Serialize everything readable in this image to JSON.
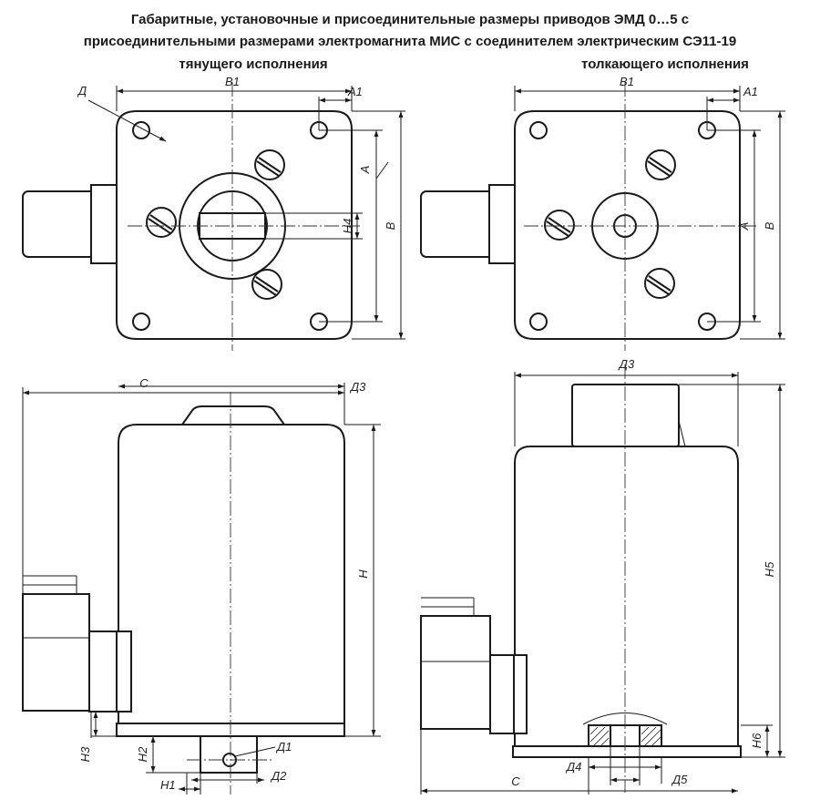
{
  "header": {
    "title_line_1": "Габаритные, установочные и присоединительные размеры приводов ЭМД 0…5 с",
    "title_line_2": "присоединительными размерами электромагнита МИС с соединителем электрическим СЭ11-19"
  },
  "views": {
    "pulling_label": "тянущего исполнения",
    "pushing_label": "толкающего исполнения"
  },
  "dimensions": {
    "B1": "В1",
    "A1": "А1",
    "D": "Д",
    "A": "А",
    "B": "В",
    "H4": "Н4",
    "C": "С",
    "D3": "Д3",
    "H": "Н",
    "H3": "Н3",
    "H2": "Н2",
    "H1": "Н1",
    "D1": "Д1",
    "D2": "Д2",
    "H5": "Н5",
    "H6": "Н6",
    "D4": "Д4",
    "D5": "Д5"
  }
}
